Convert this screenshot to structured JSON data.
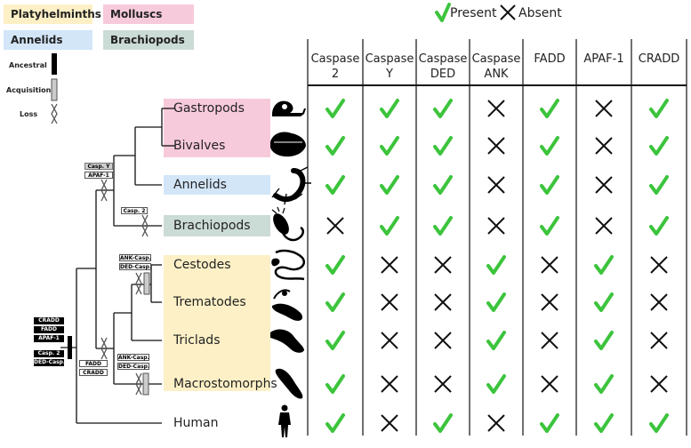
{
  "legend": {
    "groups": [
      {
        "label": "Platyhelminths",
        "color": "#fdf0c6"
      },
      {
        "label": "Molluscs",
        "color": "#f7cadb"
      },
      {
        "label": "Annelids",
        "color": "#d3e6f8"
      },
      {
        "label": "Brachiopods",
        "color": "#cbdbd5"
      }
    ],
    "markers": [
      "Ancestral",
      "Acquisition",
      "Loss"
    ],
    "present_label": "Present",
    "absent_label": "Absent"
  },
  "colors": {
    "present": "#3cc43c",
    "absent": "#111111"
  },
  "columns": [
    [
      "Caspase",
      "2"
    ],
    [
      "Caspase",
      "Y"
    ],
    [
      "Caspase",
      "DED"
    ],
    [
      "Caspase",
      "ANK"
    ],
    [
      "FADD",
      ""
    ],
    [
      "APAF-1",
      ""
    ],
    [
      "CRADD",
      ""
    ]
  ],
  "taxa": [
    {
      "name": "Gastropods",
      "silhouette": "snail-icon",
      "marks": [
        "P",
        "P",
        "P",
        "A",
        "P",
        "A",
        "P"
      ]
    },
    {
      "name": "Bivalves",
      "silhouette": "bivalve-icon",
      "marks": [
        "P",
        "P",
        "P",
        "A",
        "P",
        "A",
        "P"
      ]
    },
    {
      "name": "Annelids",
      "silhouette": "annelid-icon",
      "marks": [
        "P",
        "P",
        "P",
        "A",
        "P",
        "A",
        "P"
      ]
    },
    {
      "name": "Brachiopods",
      "silhouette": "brachiopod-icon",
      "marks": [
        "A",
        "P",
        "P",
        "A",
        "P",
        "A",
        "P"
      ]
    },
    {
      "name": "Cestodes",
      "silhouette": "cestode-icon",
      "marks": [
        "P",
        "A",
        "A",
        "P",
        "A",
        "P",
        "A"
      ]
    },
    {
      "name": "Trematodes",
      "silhouette": "trematode-icon",
      "marks": [
        "P",
        "A",
        "A",
        "P",
        "A",
        "P",
        "A"
      ]
    },
    {
      "name": "Triclads",
      "silhouette": "triclad-icon",
      "marks": [
        "P",
        "A",
        "A",
        "P",
        "A",
        "P",
        "A"
      ]
    },
    {
      "name": "Macrostomorphs",
      "silhouette": "macrostomorph-icon",
      "marks": [
        "P",
        "A",
        "A",
        "P",
        "A",
        "P",
        "A"
      ]
    },
    {
      "name": "Human",
      "silhouette": "human-icon",
      "marks": [
        "P",
        "A",
        "P",
        "A",
        "P",
        "P",
        "P"
      ]
    }
  ],
  "tree_tags": {
    "root": [
      "CRADD",
      "FADD",
      "APAF-1",
      "Casp. 2",
      "DED-Casp."
    ],
    "lophotrochozoa_loss": [
      "Casp. Y",
      "APAF-1"
    ],
    "brachiopod_loss": [
      "Casp. 2"
    ],
    "platy_loss": [
      "FADD",
      "CRADD"
    ],
    "cest_trem_acq": [
      "ANK-Casp.",
      "DED-Casp."
    ],
    "macro_acq": [
      "ANK-Casp.",
      "DED-Casp."
    ]
  }
}
